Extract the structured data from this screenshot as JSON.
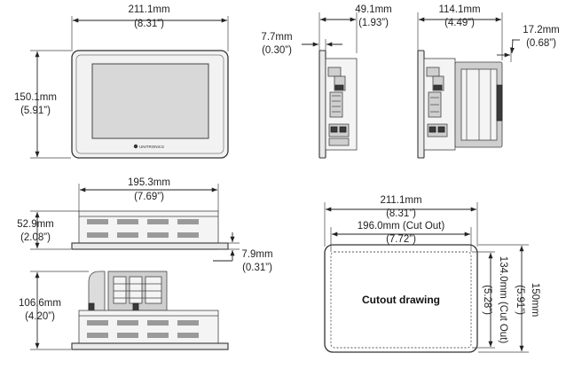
{
  "front_view": {
    "width_mm": "211.1mm",
    "width_in": "(8.31”)",
    "height_mm": "150.1mm",
    "height_in": "(5.91”)",
    "logo": "UNITRONICS"
  },
  "side_view": {
    "bezel_mm": "7.7mm",
    "bezel_in": "(0.30”)",
    "depth_mm": "49.1mm",
    "depth_in": "(1.93”)"
  },
  "side_view_module": {
    "depth_mm": "114.1mm",
    "depth_in": "(4.49”)",
    "offset_mm": "17.2mm",
    "offset_in": "(0.68”)"
  },
  "top_view": {
    "width_mm": "195.3mm",
    "width_in": "(7.69”)",
    "height_mm": "52.9mm",
    "height_in": "(2.08”)",
    "bezel_mm": "7.9mm",
    "bezel_in": "(0.31”)"
  },
  "top_view_module": {
    "height_mm": "106.6mm",
    "height_in": "(4.20”)"
  },
  "cutout": {
    "title": "Cutout drawing",
    "outer_width_mm": "211.1mm",
    "outer_width_in": "(8.31”)",
    "cut_width_mm": "196.0mm (Cut Out)",
    "cut_width_in": "(7.72”)",
    "cut_height_mm": "134.0mm (Cut Out)",
    "cut_height_in": "(5.28”)",
    "outer_height_mm": "150mm",
    "outer_height_in": "(5.91”)"
  }
}
